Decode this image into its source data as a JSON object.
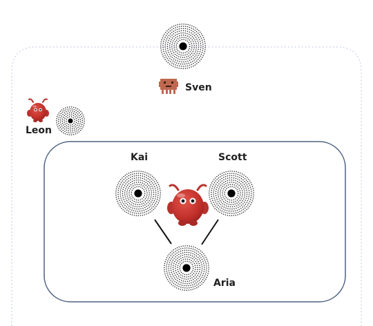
{
  "nodes": {
    "sven": {
      "label": "Sven"
    },
    "leon": {
      "label": "Leon"
    },
    "kai": {
      "label": "Kai"
    },
    "scott": {
      "label": "Scott"
    },
    "aria": {
      "label": "Aria"
    }
  },
  "colors": {
    "outer_border": "#c9d0e6",
    "group_border": "#4d6180",
    "dot": "#1f1f1f",
    "edge": "#111111",
    "mascot_red": "#c9312c",
    "robot_orange": "#c0674f"
  },
  "icons": {
    "sven": "pixel-robot-icon",
    "leon": "red-mascot-icon",
    "group": "red-mascot-icon"
  }
}
